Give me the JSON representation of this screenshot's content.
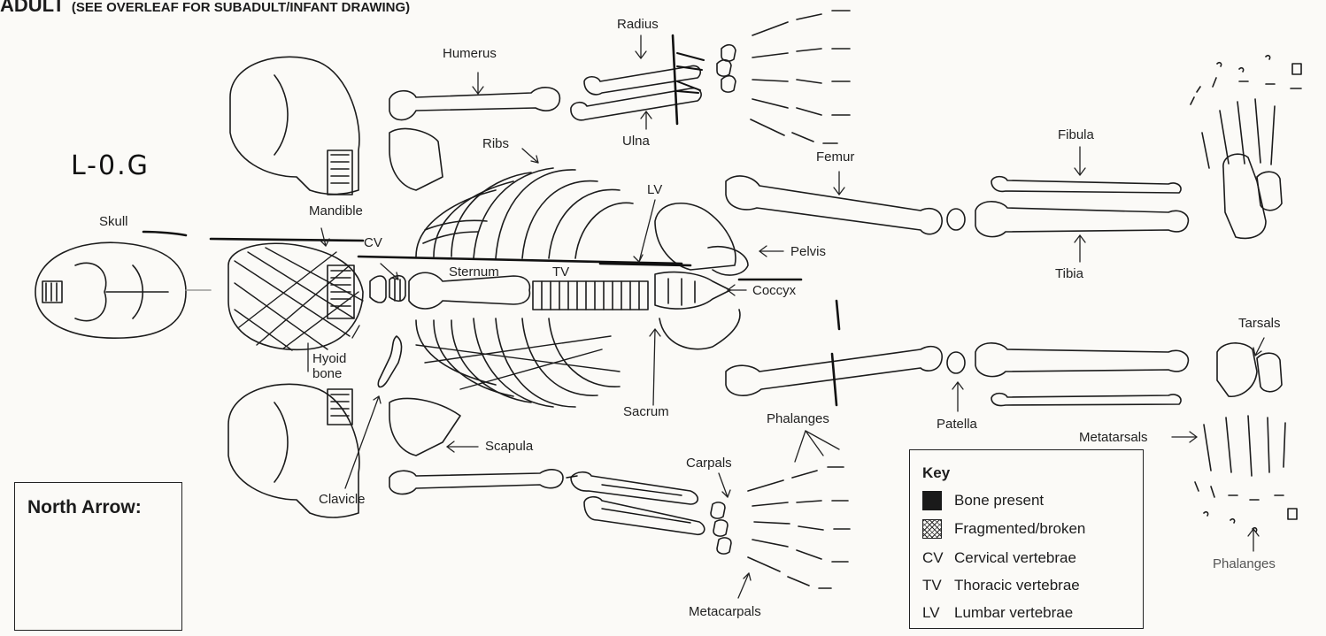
{
  "heading": {
    "title": "ADULT",
    "subtitle": "(SEE OVERLEAF FOR SUBADULT/INFANT DRAWING)"
  },
  "handwritten_id": "L-0.G",
  "labels": {
    "skull": "Skull",
    "mandible": "Mandible",
    "cv": "CV",
    "sternum": "Sternum",
    "tv": "TV",
    "ribs": "Ribs",
    "lv": "LV",
    "humerus": "Humerus",
    "radius": "Radius",
    "ulna": "Ulna",
    "femur": "Femur",
    "pelvis": "Pelvis",
    "coccyx": "Coccyx",
    "hyoid": "Hyoid",
    "hyoid_line2": "bone",
    "clavicle": "Clavicle",
    "scapula": "Scapula",
    "sacrum": "Sacrum",
    "phalanges_hand": "Phalanges",
    "carpals": "Carpals",
    "metacarpals": "Metacarpals",
    "fibula": "Fibula",
    "tibia": "Tibia",
    "patella": "Patella",
    "tarsals": "Tarsals",
    "metatarsals": "Metatarsals",
    "phalanges_foot": "Phalanges"
  },
  "north_arrow": {
    "title": "North Arrow:"
  },
  "key": {
    "title": "Key",
    "items": [
      {
        "symbol": "solid",
        "text": "Bone present"
      },
      {
        "symbol": "hatch",
        "text": "Fragmented/broken"
      },
      {
        "abbr": "CV",
        "text": "Cervical vertebrae"
      },
      {
        "abbr": "TV",
        "text": "Thoracic vertebrae"
      },
      {
        "abbr": "LV",
        "text": "Lumbar vertebrae"
      }
    ]
  },
  "colors": {
    "ink": "#1c1c1c",
    "paper": "#fbfaf7",
    "annotation": "#111111"
  }
}
